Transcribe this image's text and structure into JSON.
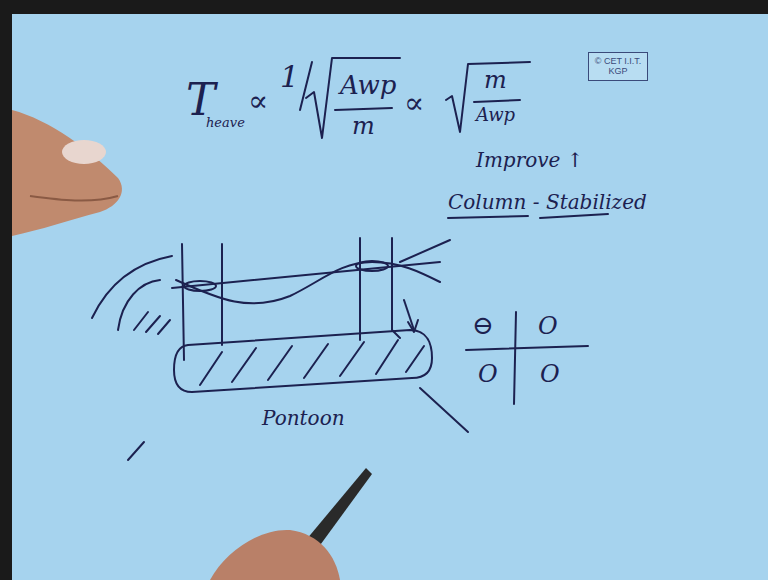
{
  "diagram": {
    "nodes": [
      {
        "text": [
          "© CET I.I.T. KGP"
        ]
      }
    ],
    "labels": [
      "T",
      "heave",
      "∝",
      "1",
      "Awp",
      "m",
      "∝",
      "m",
      "Awp",
      "Improve ↑",
      "Column - Stabilized",
      "⊖",
      "O",
      "O",
      "O",
      "Pontoon"
    ]
  }
}
